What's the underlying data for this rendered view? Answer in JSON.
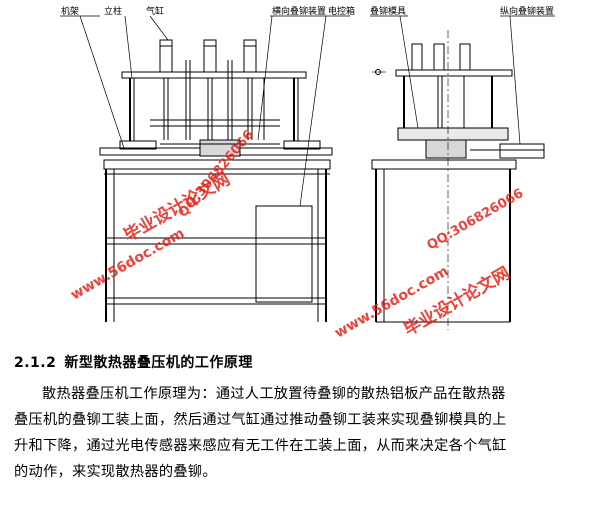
{
  "figure": {
    "left_view_labels": {
      "frame": "机架",
      "column": "立柱",
      "cylinder": "气缸",
      "transverse_device": "横向叠铆装置",
      "control_box": "电控箱"
    },
    "right_view_labels": {
      "die": "叠铆模具",
      "longitudinal_device": "纵向叠铆装置"
    },
    "watermarks": {
      "brand": "毕业设计论文网",
      "site": "www.56doc.com",
      "qq": "QQ:306826066"
    }
  },
  "section": {
    "number": "2.1.2",
    "title": "新型散热器叠压机的工作原理"
  },
  "paragraph": {
    "lines": [
      "散热器叠压机工作原理为：通过人工放置待叠铆的散热铝板产品在散热器",
      "叠压机的叠铆工装上面，然后通过气缸通过推动叠铆工装来实现叠铆模具的上",
      "升和下降，通过光电传感器来感应有无工件在工装上面，从而来决定各个气缸",
      "的动作，来实现散热器的叠铆。"
    ]
  }
}
